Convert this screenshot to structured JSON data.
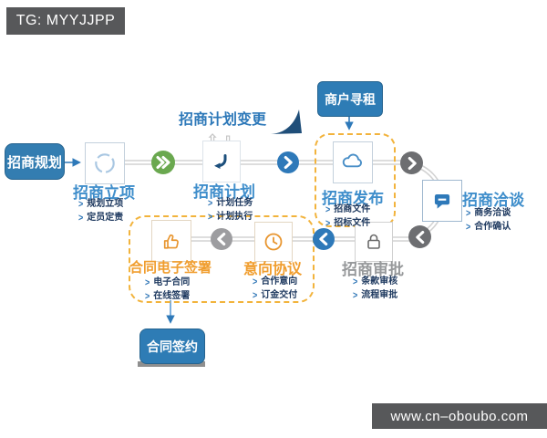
{
  "watermarks": {
    "top": "TG: MYYJJPP",
    "bottom": "www.cn–oboubo.com"
  },
  "pills": {
    "start": "招商规划",
    "merchant_seek": "商户寻租",
    "contract_sign": "合同签约"
  },
  "plan_change_label": "招商计划变更",
  "stages": [
    {
      "label": "招商立项",
      "icon": "cycle-icon",
      "bullets": [
        "规划立项",
        "定员定责"
      ]
    },
    {
      "label": "招商计划",
      "icon": "phone-icon",
      "bullets": [
        "计划任务",
        "计划执行"
      ]
    },
    {
      "label": "招商发布",
      "icon": "cloud-icon",
      "bullets": [
        "招商文件",
        "招标文件"
      ]
    },
    {
      "label": "招商洽谈",
      "icon": "chat-icon",
      "bullets": [
        "商务洽谈",
        "合作确认"
      ]
    },
    {
      "label": "招商审批",
      "icon": "lock-icon",
      "bullets": [
        "条款审核",
        "流程审批"
      ]
    },
    {
      "label": "意向协议",
      "icon": "clock-icon",
      "bullets": [
        "合作意向",
        "订金交付"
      ]
    },
    {
      "label": "合同电子签署",
      "icon": "thumbs-up-icon",
      "bullets": [
        "电子合同",
        "在线签署"
      ]
    }
  ],
  "colors": {
    "accent_blue": "#2e79b9",
    "label_blue": "#3f8ecb",
    "label_orange": "#f09d2e",
    "label_gray": "#97999b",
    "dashed_border": "#f2b33c",
    "node_green": "#6aa84f",
    "node_gray": "#6d6e71",
    "bullet_text": "#1f3a60",
    "watermark_bar": "#57585a"
  }
}
